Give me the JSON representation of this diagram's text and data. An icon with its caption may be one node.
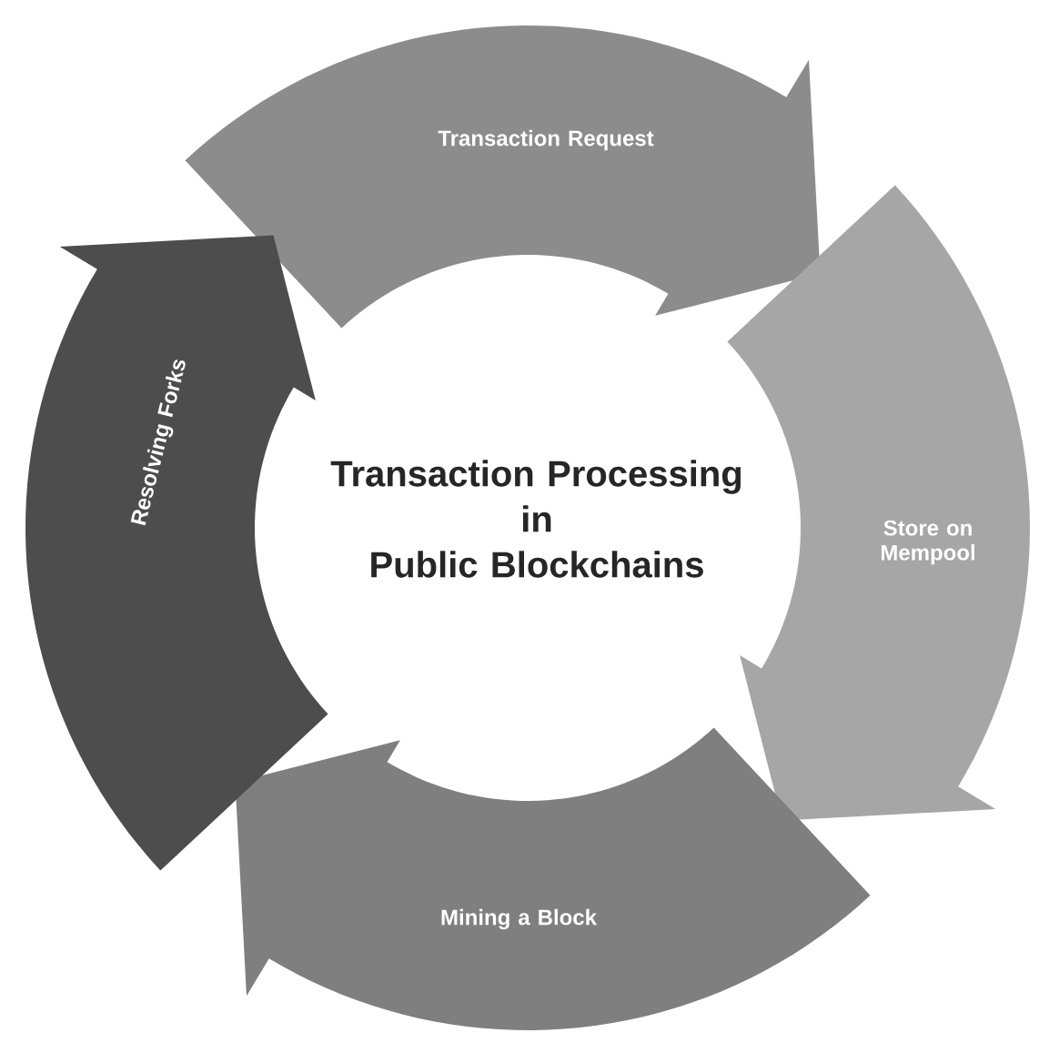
{
  "diagram": {
    "nodes": [
      {
        "text": [
          "Transaction Processing in Public Blockchains"
        ]
      },
      {
        "text": [
          "Transaction Request"
        ]
      },
      {
        "text": [
          "Store on Mempool"
        ]
      },
      {
        "text": [
          "Mining a Block"
        ]
      },
      {
        "text": [
          "Resolving Forks"
        ]
      }
    ]
  }
}
